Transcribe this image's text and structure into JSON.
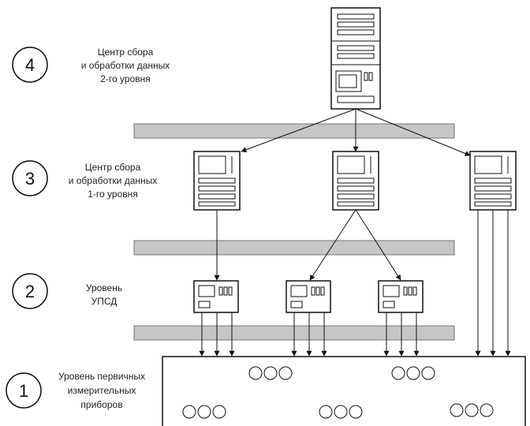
{
  "levels": [
    {
      "number": "4",
      "lines": [
        "Центр сбора",
        "и обработки данных",
        "2-го уровня"
      ]
    },
    {
      "number": "3",
      "lines": [
        "Центр сбора",
        "и обработки данных",
        "1-го уровня"
      ]
    },
    {
      "number": "2",
      "lines": [
        "Уровень",
        "УПСД"
      ]
    },
    {
      "number": "1",
      "lines": [
        "Уровень первичных",
        "измерительных",
        "приборов"
      ]
    }
  ],
  "colors": {
    "stroke": "#111111",
    "bus": "#c6c6c6",
    "background": "#ffffff"
  }
}
